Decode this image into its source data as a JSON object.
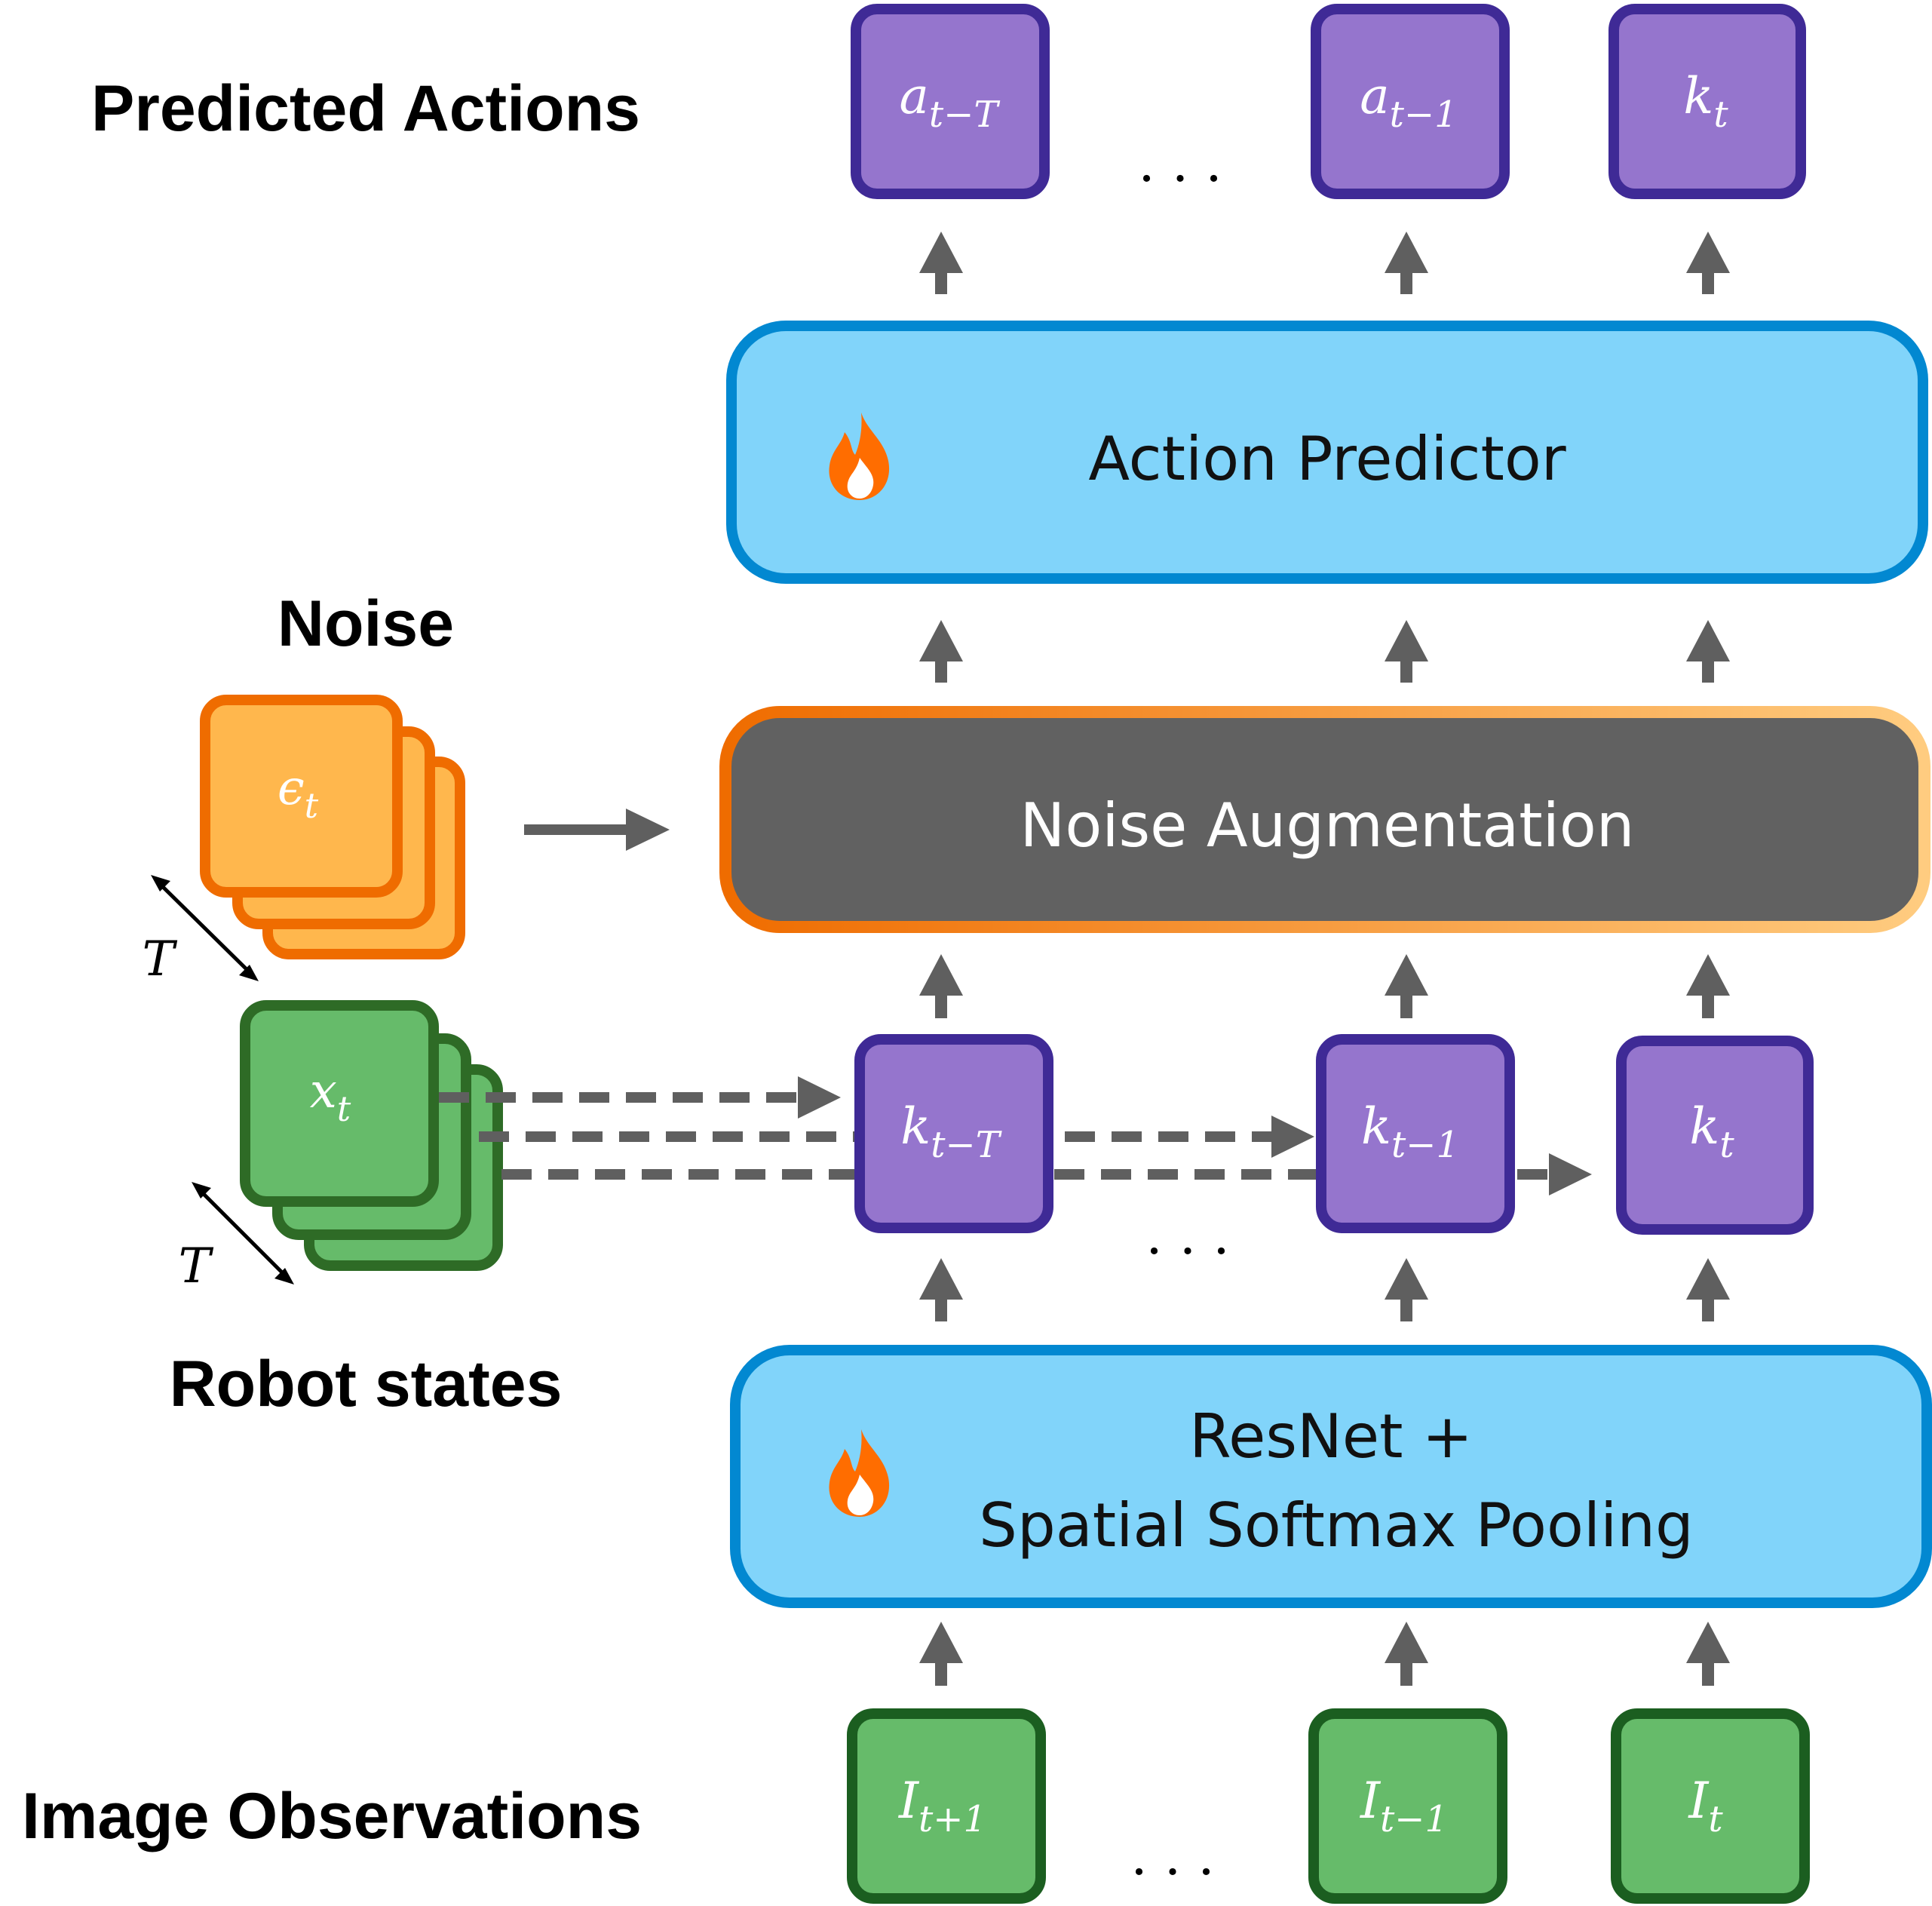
{
  "labels": {
    "predicted_actions": "Predicted Actions",
    "noise": "Noise",
    "robot_states": "Robot states",
    "image_observations": "Image Observations"
  },
  "blocks": {
    "action_predictor": "Action Predictor",
    "noise_augmentation": "Noise Augmentation",
    "resnet_line1": "ResNet +",
    "resnet_line2": "Spatial Softmax Pooling"
  },
  "tokens": {
    "actions": [
      {
        "base": "a",
        "sub": "t−T"
      },
      {
        "base": "a",
        "sub": "t−1"
      },
      {
        "base": "k",
        "sub": "t"
      }
    ],
    "keypoints": [
      {
        "base": "k",
        "sub": "t−T"
      },
      {
        "base": "k",
        "sub": "t−1"
      },
      {
        "base": "k",
        "sub": "t"
      }
    ],
    "images": [
      {
        "base": "I",
        "sub": "t+1"
      },
      {
        "base": "I",
        "sub": "t−1"
      },
      {
        "base": "I",
        "sub": "t"
      }
    ],
    "noise": {
      "base": "ϵ",
      "sub": "t"
    },
    "state": {
      "base": "x",
      "sub": "t"
    }
  },
  "ellipsis": ". . .",
  "stack_depth_label": "T",
  "icons": {
    "trainable": "flame-icon"
  },
  "colors": {
    "purple_fill": "#9575cd",
    "purple_border": "#3f2a96",
    "green_fill": "#66bb6a",
    "green_border": "#2e6b26",
    "orange_fill": "#ffb74d",
    "orange_border": "#ef6c00",
    "blue_fill": "#81d4fa",
    "blue_border": "#0288d1",
    "dark_fill": "#616161",
    "arrow": "#5f5f5f",
    "flame": "#ff6d00"
  }
}
